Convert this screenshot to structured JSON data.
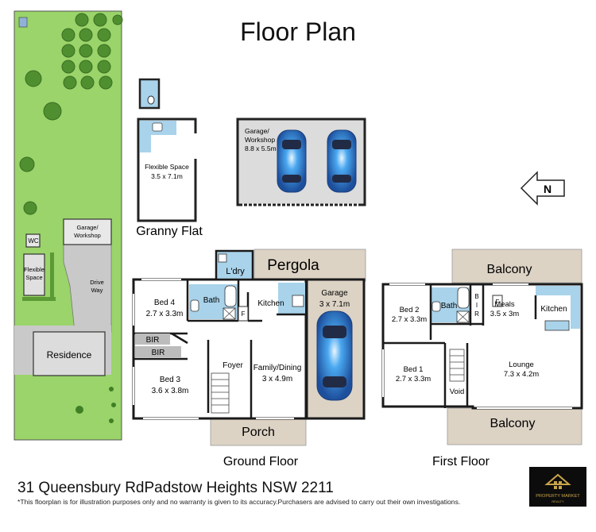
{
  "title": "Floor Plan",
  "address": "31 Queensbury RdPadstow Heights NSW 2211",
  "disclaimer": "*This floorplan is for illustration purposes only and no warranty is given to its accuracy.Purchasers are advised to carry out their own investigations.",
  "logo": {
    "line1": "PROPERTY MARKET",
    "line2": "REALTY"
  },
  "compass_label": "N",
  "site": {
    "wc": "WC",
    "garage_workshop": [
      "Garage/",
      "Workshop"
    ],
    "flexible_space": [
      "Flexible",
      "Space"
    ],
    "drive_way": [
      "Drive",
      "Way"
    ],
    "residence": "Residence"
  },
  "granny_flat": {
    "caption": "Granny Flat",
    "room_name": "Flexible Space",
    "room_dims": "3.5 x 7.1m"
  },
  "detached_garage": {
    "name_line1": "Garage/",
    "name_line2": "Workshop",
    "dims": "8.8 x 5.5m"
  },
  "ground_floor": {
    "caption": "Ground Floor",
    "pergola": "Pergola",
    "laundry": "L'dry",
    "bed4": {
      "name": "Bed 4",
      "dims": "2.7 x 3.3m"
    },
    "bath": "Bath",
    "f": "F",
    "kitchen": "Kitchen",
    "garage": {
      "name": "Garage",
      "dims": "3 x 7.1m"
    },
    "bir1": "BIR",
    "bir2": "BIR",
    "foyer": "Foyer",
    "bed3": {
      "name": "Bed 3",
      "dims": "3.6 x 3.8m"
    },
    "family": {
      "name": "Family/Dining",
      "dims": "3 x 4.9m"
    },
    "porch": "Porch"
  },
  "first_floor": {
    "caption": "First Floor",
    "balcony_top": "Balcony",
    "bed2": {
      "name": "Bed 2",
      "dims": "2.7 x 3.3m"
    },
    "bath": "Bath",
    "bir": [
      "B",
      "I",
      "R"
    ],
    "meals": {
      "name": "Meals",
      "dims": "3.5 x 3m"
    },
    "f": "F",
    "kitchen": "Kitchen",
    "bed1": {
      "name": "Bed 1",
      "dims": "2.7 x 3.3m"
    },
    "lounge": {
      "name": "Lounge",
      "dims": "7.3 x 4.2m"
    },
    "void": "Void",
    "balcony_bottom": "Balcony"
  },
  "colors": {
    "lawn": "#9ad46a",
    "tree": "#4a8a2c",
    "paving": "#c9c9c9",
    "deck": "#dcd3c5",
    "wet_area": "#a9d3ea",
    "floor": "#ffffff",
    "wall": "#1a1a1a",
    "car": "#2f6fc4",
    "logo_gold": "#c9a44a"
  }
}
